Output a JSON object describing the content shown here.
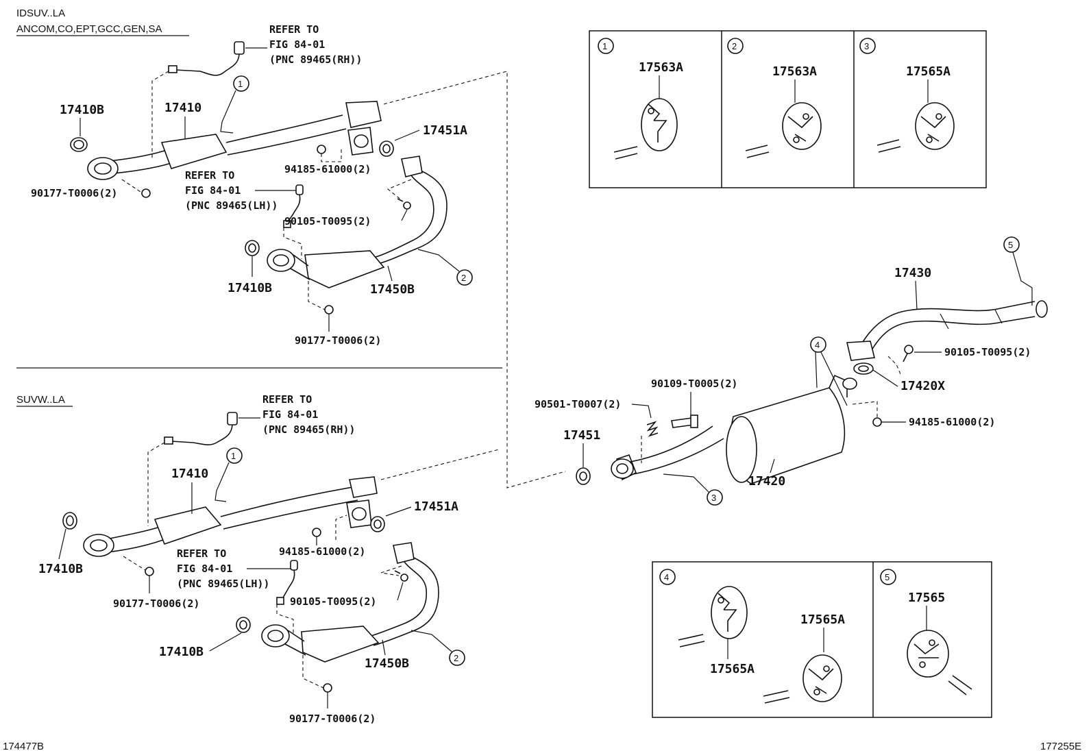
{
  "header": {
    "variant_a_line1": "IDSUV..LA",
    "variant_a_line2": "ANCOM,CO,EPT,GCC,GEN,SA",
    "variant_b": "SUVW..LA"
  },
  "footer": {
    "left_code": "174477B",
    "right_code": "177255E"
  },
  "refs": {
    "refer_to": "REFER TO",
    "fig": "FIG 84-01",
    "pnc_rh": "(PNC 89465(RH))",
    "pnc_lh": "(PNC 89465(LH))"
  },
  "parts": {
    "p17410": "17410",
    "p17410B": "17410B",
    "p17451A": "17451A",
    "p17450B": "17450B",
    "p17451": "17451",
    "p17420": "17420",
    "p17420X": "17420X",
    "p17430": "17430",
    "p17563A": "17563A",
    "p17565A": "17565A",
    "p17565": "17565",
    "f90177": "90177-T0006(2)",
    "f94185": "94185-61000(2)",
    "f90105": "90105-T0095(2)",
    "f90109": "90109-T0005(2)",
    "f90501": "90501-T0007(2)"
  },
  "callouts": [
    "1",
    "2",
    "3",
    "4",
    "5"
  ]
}
